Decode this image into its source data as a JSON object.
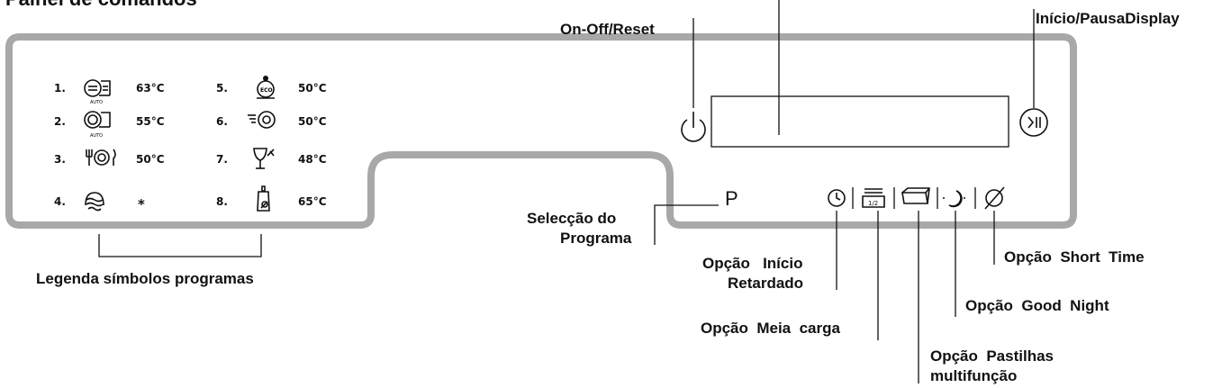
{
  "title": "Painel de comandos",
  "top_labels": {
    "on_off": "On-Off/Reset",
    "start_pause": "Início/PausaDisplay"
  },
  "programs": [
    {
      "num": "1.",
      "icon": "auto-wash-icon",
      "sub": "AUTO",
      "temp": "63°C"
    },
    {
      "num": "2.",
      "icon": "auto-wash-icon",
      "sub": "AUTO",
      "temp": "55°C"
    },
    {
      "num": "3.",
      "icon": "cutlery-plate-icon",
      "temp": "50°C"
    },
    {
      "num": "4.",
      "icon": "prewash-icon",
      "temp": "*"
    },
    {
      "num": "5.",
      "icon": "eco-icon",
      "sub": "ECO",
      "temp": "50°C"
    },
    {
      "num": "6.",
      "icon": "quick-wash-icon",
      "temp": "50°C"
    },
    {
      "num": "7.",
      "icon": "glass-icon",
      "temp": "48°C"
    },
    {
      "num": "8.",
      "icon": "baby-bottle-icon",
      "temp": "65°C"
    }
  ],
  "program_button": "P",
  "half_load_symbol": "1/2",
  "callouts": {
    "program_select_1": "Selecção do",
    "program_select_2": "Programa",
    "legend": "Legenda símbolos programas",
    "delay_1": "Opção   Início",
    "delay_2": "Retardado",
    "half_load": "Opção  Meia  carga",
    "tablets_1": "Opção  Pastilhas",
    "tablets_2": "multifunção",
    "good_night": "Opção  Good  Night",
    "short_time": "Opção  Short  Time"
  }
}
